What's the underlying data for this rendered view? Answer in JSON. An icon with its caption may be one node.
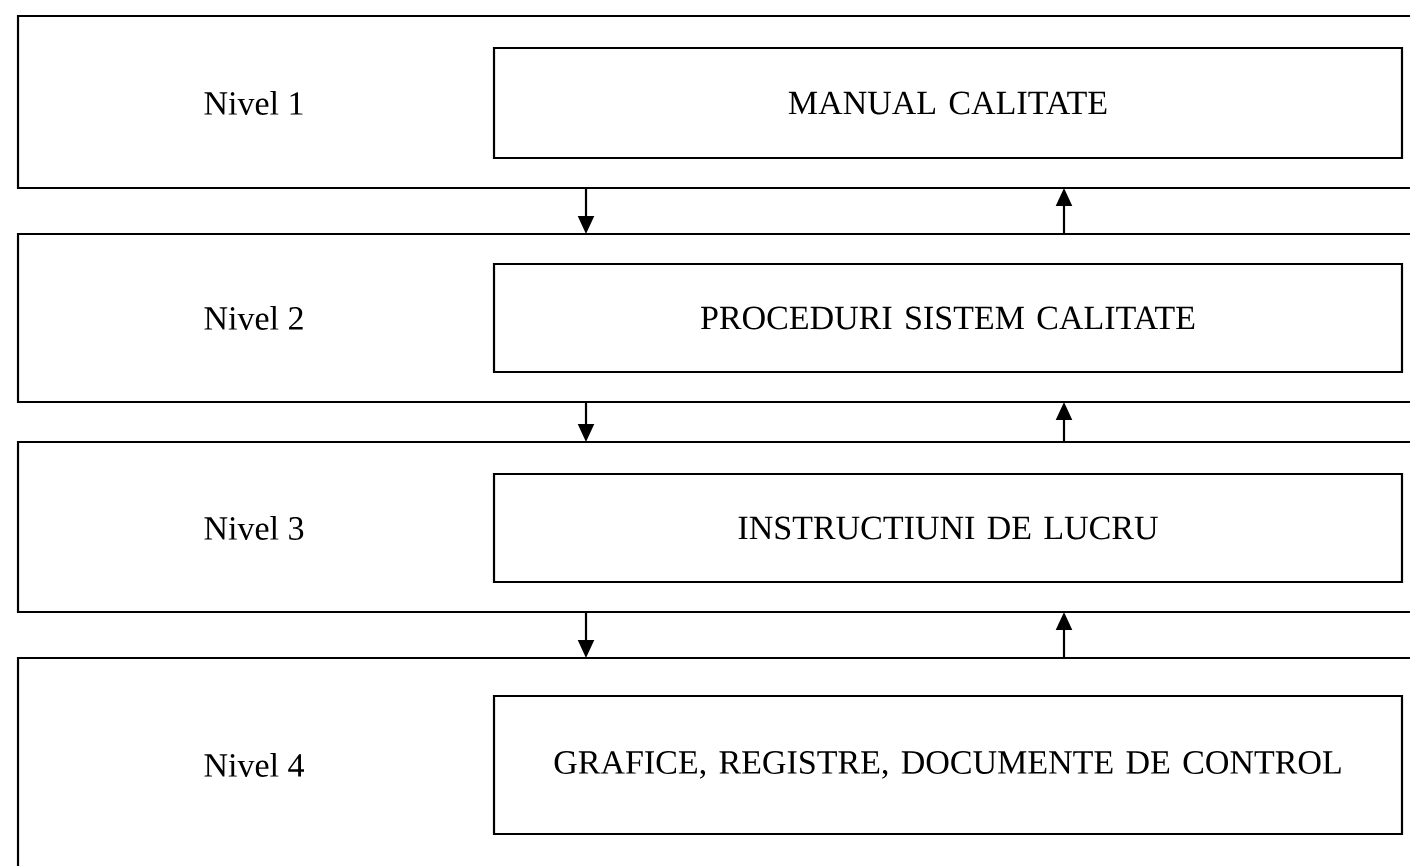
{
  "diagram": {
    "nodes": [
      {
        "text": [
          "Nivel 1"
        ]
      },
      {
        "text": [
          "MANUAL CALITATE"
        ],
        "in": 0
      },
      {
        "text": [
          "Nivel 2"
        ]
      },
      {
        "text": [
          "PROCEDURI SISTEM CALITATE"
        ],
        "in": 2
      },
      {
        "text": [
          "Nivel 3"
        ]
      },
      {
        "text": [
          "INSTRUCTIUNI DE LUCRU"
        ],
        "in": 4
      },
      {
        "text": [
          "Nivel 4"
        ]
      },
      {
        "text": [
          "GRAFICE, REGISTRE, DOCUMENTE DE CONTROL"
        ],
        "in": 6
      }
    ],
    "edges": [
      {
        "from": 0,
        "to": 2,
        "arrow": "to"
      },
      {
        "from": 2,
        "to": 0,
        "arrow": "to"
      },
      {
        "from": 2,
        "to": 4,
        "arrow": "to"
      },
      {
        "from": 4,
        "to": 2,
        "arrow": "to"
      },
      {
        "from": 4,
        "to": 6,
        "arrow": "to"
      },
      {
        "from": 6,
        "to": 4,
        "arrow": "to"
      }
    ]
  }
}
